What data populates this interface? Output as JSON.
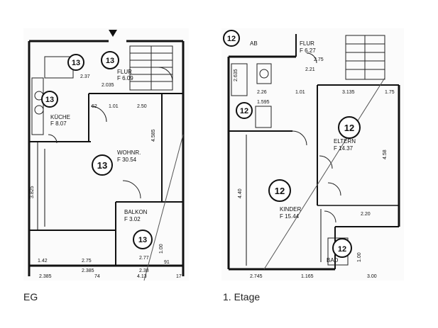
{
  "captions": {
    "eg": "EG",
    "og": "1. Etage"
  },
  "eg": {
    "room_number": "13",
    "rooms": {
      "kueche": {
        "name": "KÜCHE",
        "area": "F 8.07"
      },
      "flur": {
        "name": "FLUR",
        "area": "F 6.09"
      },
      "wohn": {
        "name": "WOHNR.",
        "area": "F 30.54"
      },
      "balkon": {
        "name": "BALKON",
        "area": "F 3.02"
      }
    },
    "dims": [
      "62",
      "1.01",
      "2.50",
      "4.585",
      "3.825",
      "2.035",
      "1.42",
      "2.75",
      "2.385",
      "2.77",
      "2.38",
      "2.385",
      "1.00",
      "91",
      "17",
      "74",
      "2.37",
      "4.13"
    ]
  },
  "og": {
    "room_number": "12",
    "rooms": {
      "flur": {
        "name": "FLUR",
        "area": "F 6.27"
      },
      "eltern": {
        "name": "ELTERN",
        "area": "F 14.37"
      },
      "kinder": {
        "name": "KINDER",
        "area": "F 15.44"
      },
      "bad": {
        "name": "BAD"
      },
      "ab": {
        "name": "AB"
      }
    },
    "dims": [
      "2.75",
      "2.21",
      "2.26",
      "1.01",
      "3.135",
      "4.58",
      "4.40",
      "2.20",
      "1.00",
      "2.745",
      "3.00",
      "1.165",
      "2.635",
      "1.595",
      "1.75"
    ]
  }
}
